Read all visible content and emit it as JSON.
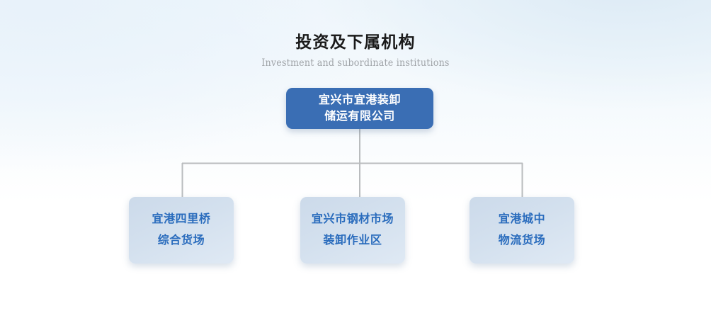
{
  "header": {
    "title": "投资及下属机构",
    "subtitle": "Investment and subordinate institutions"
  },
  "colors": {
    "root_fill": "#3a6eb4",
    "root_text": "#ffffff",
    "child_fill": "#cfdcec",
    "child_text": "#2a6cbd",
    "connector": "#b9bcbe",
    "title_text": "#1a1a1a",
    "subtitle_text": "#a0a4a8"
  },
  "org_chart": {
    "root": {
      "name": "宜兴市宜港装卸储运有限公司",
      "lines": [
        "宜兴市宜港装卸",
        "储运有限公司"
      ]
    },
    "children": [
      {
        "name": "宜港四里桥综合货场",
        "lines": [
          "宜港四里桥",
          "综合货场"
        ]
      },
      {
        "name": "宜兴市钢材市场装卸作业区",
        "lines": [
          "宜兴市钢材市场",
          "装卸作业区"
        ]
      },
      {
        "name": "宜港城中物流货场",
        "lines": [
          "宜港城中",
          "物流货场"
        ]
      }
    ]
  }
}
